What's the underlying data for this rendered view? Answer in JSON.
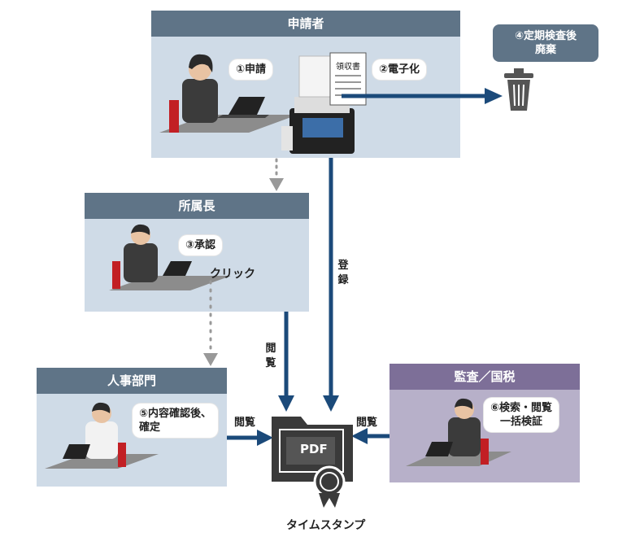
{
  "applicant": {
    "title": "申請者",
    "step1": "①申請",
    "step2": "②電子化",
    "receipt": "領収書"
  },
  "disposal": {
    "note_line1": "④定期検査後",
    "note_line2": "廃棄"
  },
  "manager": {
    "title": "所属長",
    "step3": "③承認",
    "click": "クリック"
  },
  "hr": {
    "title": "人事部門",
    "step5_line1": "⑤内容確認後、",
    "step5_line2": "確定"
  },
  "audit": {
    "title": "監査／国税",
    "step6_line1": "⑥検索・閲覧",
    "step6_line2": "一括検証"
  },
  "arrows": {
    "register": "登録",
    "view_manager": "閲覧",
    "view_hr": "閲覧",
    "view_audit": "閲覧"
  },
  "pdf": {
    "label": "PDF",
    "timestamp": "タイムスタンプ"
  },
  "colors": {
    "arrow": "#1b4a7a",
    "dotted": "#999999",
    "head_blue": "#5f7487",
    "body_blue": "#cfdbe7",
    "head_purple": "#7d6f98",
    "body_purple": "#b7b0c9"
  }
}
